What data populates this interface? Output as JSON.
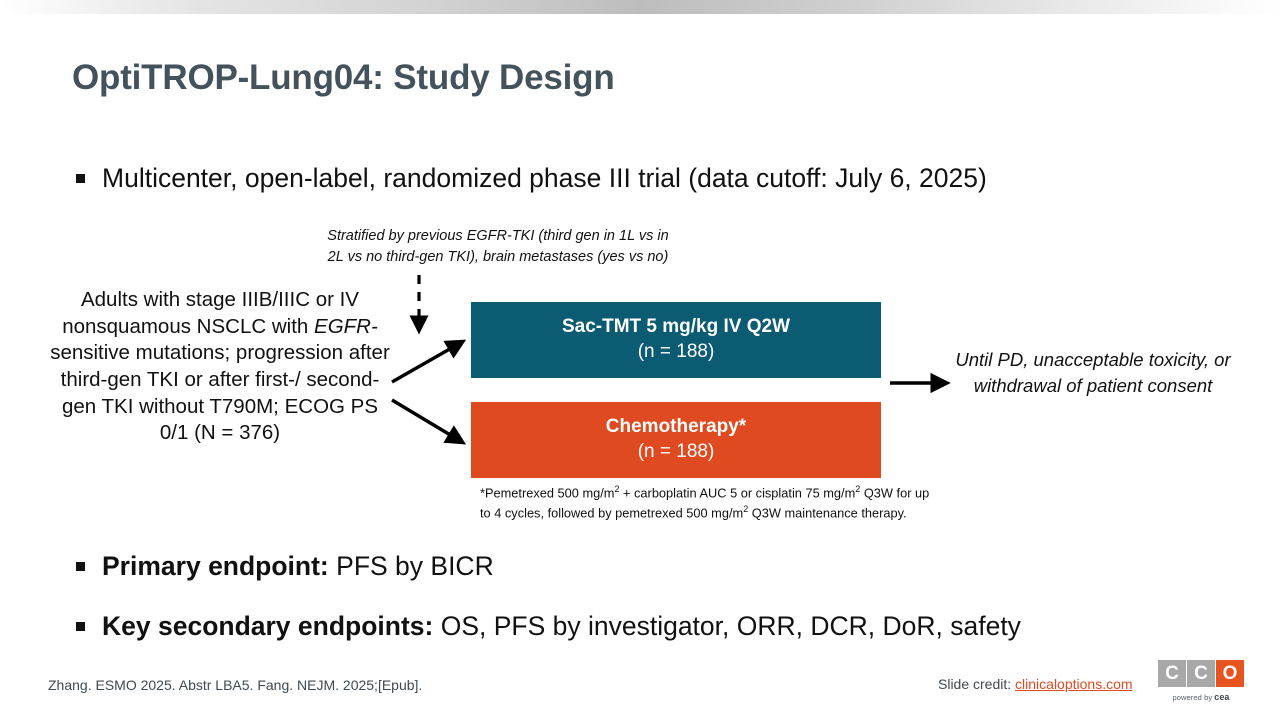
{
  "slide": {
    "title": "OptiTROP-Lung04: Study Design"
  },
  "bullets": {
    "design": "Multicenter, open-label, randomized phase III trial (data cutoff: July 6, 2025)",
    "primary_label": "Primary endpoint:",
    "primary_value": "PFS by BICR",
    "secondary_label": "Key secondary endpoints:",
    "secondary_value": "OS, PFS by investigator, ORR, DCR, DoR, safety"
  },
  "diagram": {
    "stratification_note_line1": "Stratified by previous EGFR-TKI (third gen in 1L vs in",
    "stratification_note_line2": "2L vs no third-gen TKI), brain metastases (yes vs no)",
    "population_line1": "Adults with stage IIIB/IIIC or IV",
    "population_line2_pre": "nonsquamous NSCLC with ",
    "population_line2_em": "EGFR-",
    "population_line3": "sensitive mutations; progression",
    "population_line4": "after third-gen TKI or after first-/",
    "population_line5": "second-gen TKI without T790M;",
    "population_line6": "ECOG PS 0/1",
    "population_line7": "(N = 376)",
    "arms": [
      {
        "name": "arm-experimental",
        "title": "Sac-TMT 5 mg/kg IV Q2W",
        "n": "(n = 188)",
        "color": "#0b5b72"
      },
      {
        "name": "arm-control",
        "title": "Chemotherapy*",
        "n": "(n = 188)",
        "color": "#df4a20"
      }
    ],
    "arm_footnote_1a": "*Pemetrexed 500 mg/m",
    "arm_footnote_1b": "2",
    "arm_footnote_1c": " + carboplatin AUC 5 or cisplatin 75 mg/m",
    "arm_footnote_1d": "2",
    "arm_footnote_2a": "Q3W for up to 4 cycles, followed by pemetrexed 500 mg/m",
    "arm_footnote_2b": "2",
    "arm_footnote_2c": " Q3W",
    "arm_footnote_3": "maintenance therapy.",
    "outcome_line1": "Until PD, unacceptable",
    "outcome_line2": "toxicity, or withdrawal of",
    "outcome_line3": "patient consent"
  },
  "footer": {
    "citation": "Zhang. ESMO 2025. Abstr LBA5. Fang. NEJM. 2025;[Epub].",
    "credit_prefix": "Slide credit: ",
    "credit_link": "clinicaloptions.com",
    "logo_letters": [
      "C",
      "C",
      "O"
    ],
    "logo_tagline_prefix": "powered by",
    "logo_tagline_brand": "cea"
  },
  "colors": {
    "title": "#44525c",
    "teal": "#0b5b72",
    "orange": "#df4a20",
    "link": "#df4a20"
  }
}
